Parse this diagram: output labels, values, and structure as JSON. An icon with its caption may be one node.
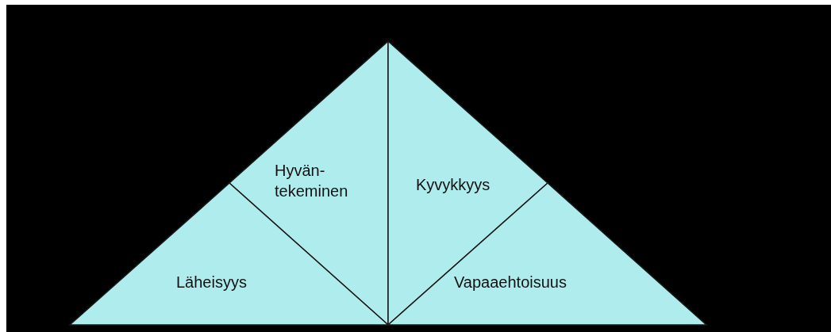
{
  "diagram": {
    "nodes": [
      {
        "text": [
          "Hyvän- tekeminen"
        ]
      },
      {
        "text": [
          "Kyvykkyys"
        ]
      },
      {
        "text": [
          "Läheisyys"
        ]
      },
      {
        "text": [
          "Vapaaehtoisuus"
        ]
      }
    ]
  }
}
